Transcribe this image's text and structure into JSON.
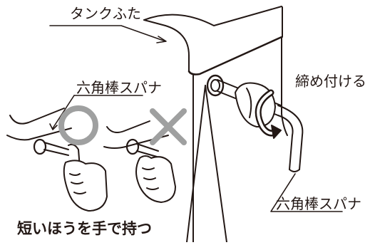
{
  "labels": {
    "tank_lid": "タンクふた",
    "tighten": "締め付ける",
    "hex_wrench_left": "六角棒スパナ",
    "hex_wrench_right": "六角棒スパナ",
    "hold_short_side": "短いほうを手で持つ"
  },
  "symbols": {
    "correct": "◯",
    "wrong": "✕"
  },
  "colors": {
    "line": "#231815",
    "mark": "#9fa0a0",
    "background": "#ffffff"
  }
}
